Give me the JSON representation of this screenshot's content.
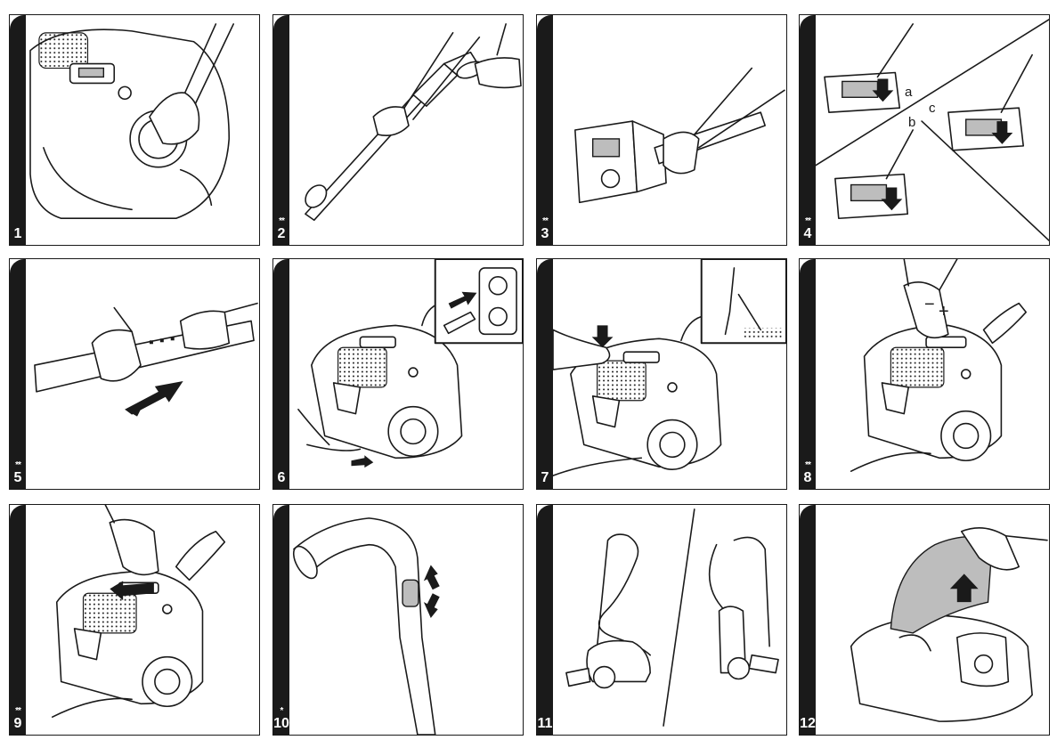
{
  "panels": [
    {
      "number": "1",
      "stars": ""
    },
    {
      "number": "2",
      "stars": "**"
    },
    {
      "number": "3",
      "stars": "**"
    },
    {
      "number": "4",
      "stars": "**"
    },
    {
      "number": "5",
      "stars": "**"
    },
    {
      "number": "6",
      "stars": ""
    },
    {
      "number": "7",
      "stars": ""
    },
    {
      "number": "8",
      "stars": "**"
    },
    {
      "number": "9",
      "stars": "**"
    },
    {
      "number": "10",
      "stars": "*"
    },
    {
      "number": "11",
      "stars": ""
    },
    {
      "number": "12",
      "stars": ""
    }
  ],
  "panel4_labels": {
    "a": "a",
    "b": "b",
    "c": "c"
  },
  "panel8_signs": {
    "minus": "−",
    "plus": "+"
  },
  "colors": {
    "ink": "#1a1a1a",
    "paper": "#ffffff",
    "shade": "#bdbdbd"
  }
}
